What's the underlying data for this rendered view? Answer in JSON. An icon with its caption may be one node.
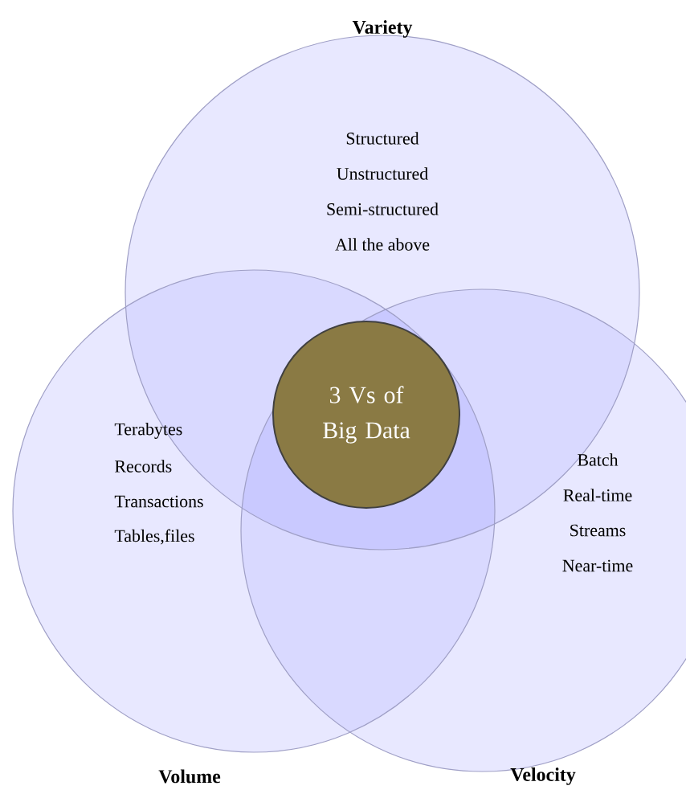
{
  "diagram": {
    "nodes": [
      {
        "text": [
          "Variety",
          "Structured",
          "Unstructured",
          "Semi-structured",
          "All the above"
        ]
      },
      {
        "text": [
          "Volume",
          "Terabytes",
          "Records",
          "Transactions",
          "Tables,files"
        ]
      },
      {
        "text": [
          "Velocity",
          "Batch",
          "Real-time",
          "Streams",
          "Near-time"
        ]
      },
      {
        "text": [
          "3 Vs of Big Data"
        ]
      }
    ]
  }
}
